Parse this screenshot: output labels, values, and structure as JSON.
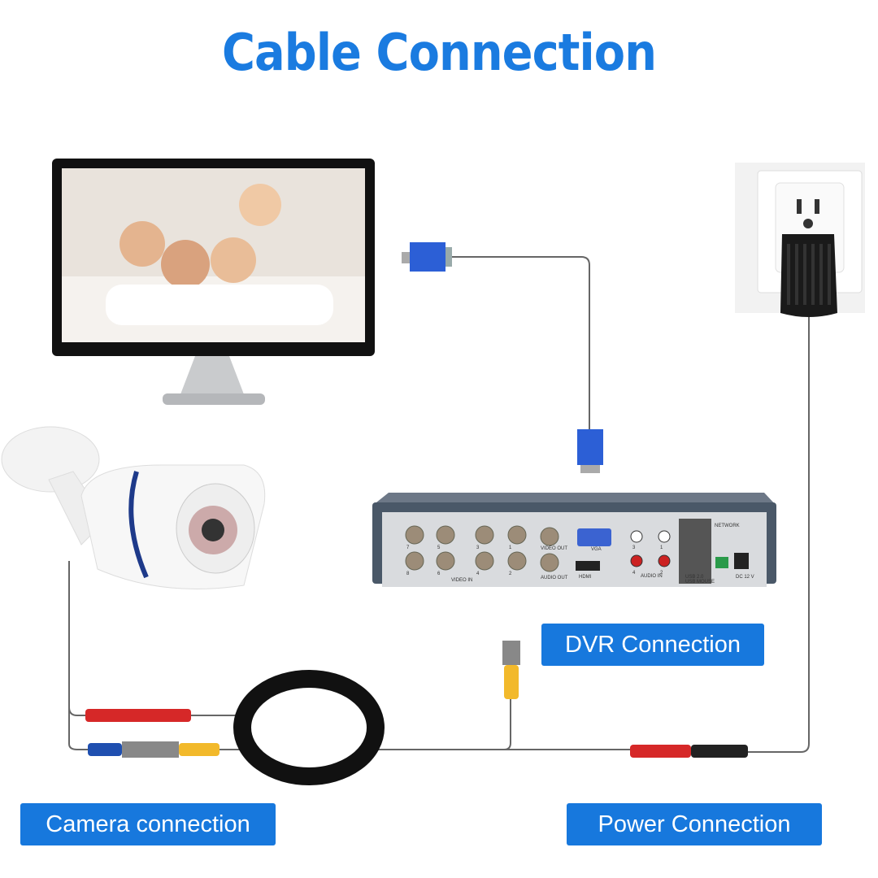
{
  "title": "Cable Connection",
  "labels": {
    "dvr": "DVR Connection",
    "camera": "Camera connection",
    "power": "Power Connection"
  },
  "dvr_panel": {
    "video_in": "VIDEO IN",
    "video_out": "VIDEO OUT",
    "audio_out": "AUDIO OUT",
    "vga": "VGA",
    "hdmi": "HDMI",
    "audio_in": "AUDIO IN",
    "network": "NETWORK",
    "usb": "USB 2.0",
    "usb_mouse": "USB MOUSE",
    "dc": "DC 12 V",
    "ports_top": [
      "7",
      "5",
      "3",
      "1"
    ],
    "ports_bottom": [
      "8",
      "6",
      "4",
      "2"
    ],
    "audio_top": [
      "3",
      "1"
    ],
    "audio_bottom": [
      "4",
      "2"
    ]
  },
  "colors": {
    "accent": "#1778dd",
    "title": "#1a7be0",
    "cable": "#555555"
  }
}
